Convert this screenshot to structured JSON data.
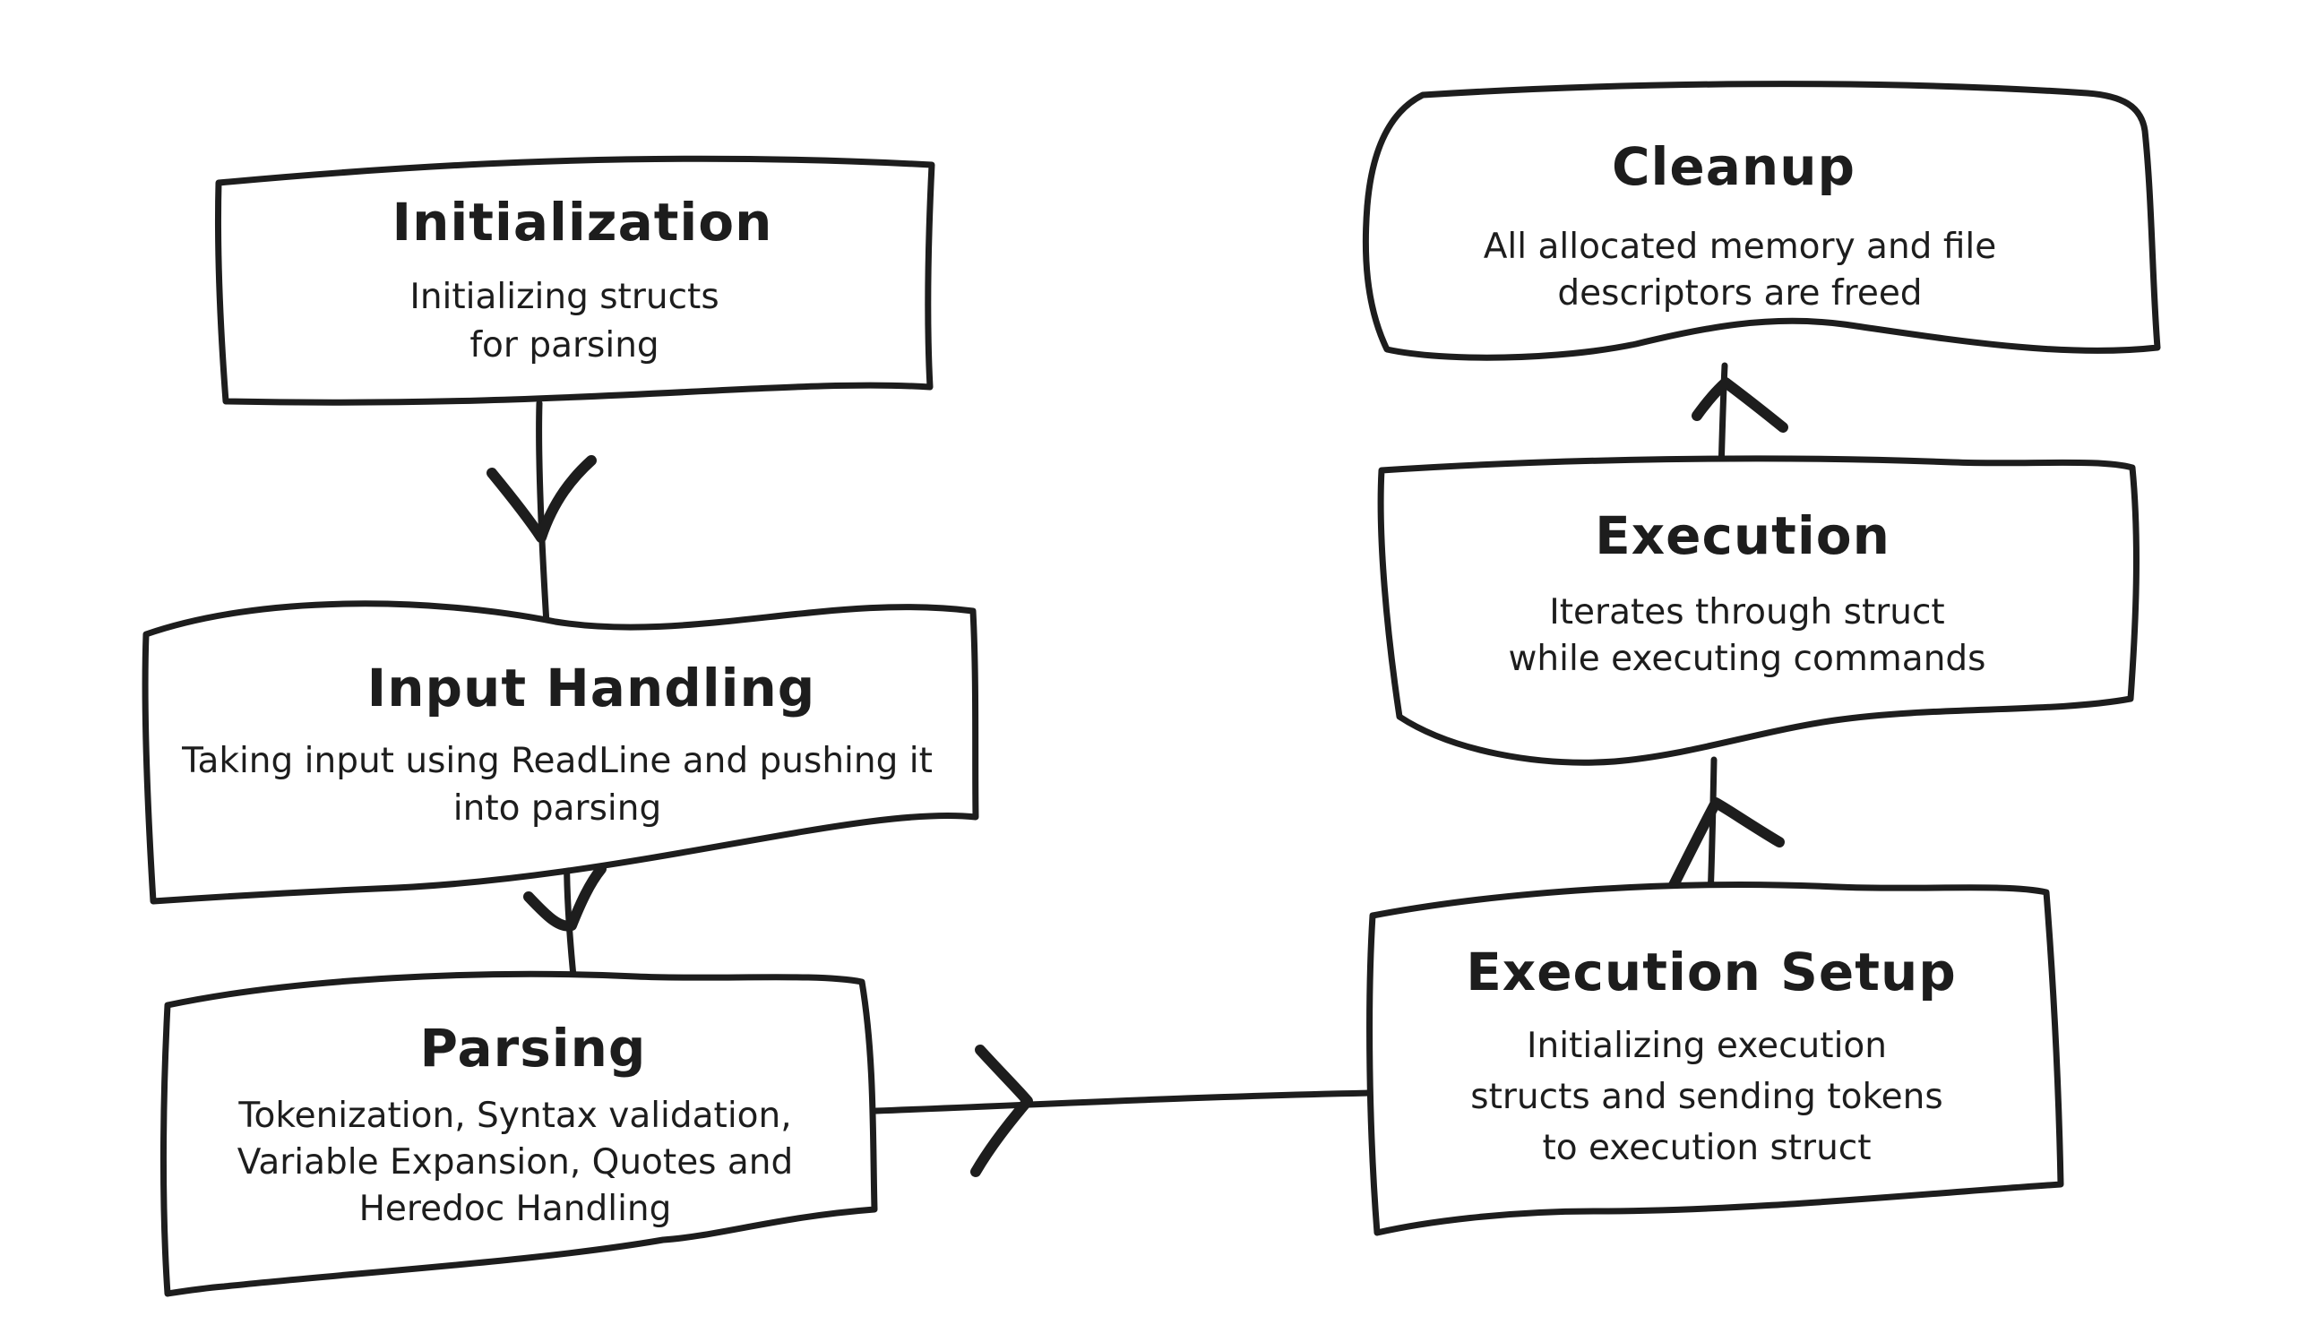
{
  "diagram": {
    "type": "flowchart",
    "style": "hand-drawn",
    "colors": {
      "ink": "#1d1d1d",
      "background": "#ffffff"
    },
    "nodes": [
      {
        "id": "initialization",
        "title": "Initialization",
        "description_lines": [
          "Initializing structs",
          "for parsing"
        ]
      },
      {
        "id": "input-handling",
        "title": "Input Handling",
        "description_lines": [
          "Taking input using ReadLine and pushing it",
          "into parsing"
        ]
      },
      {
        "id": "parsing",
        "title": "Parsing",
        "description_lines": [
          "Tokenization, Syntax validation,",
          "Variable Expansion, Quotes and",
          "Heredoc Handling"
        ]
      },
      {
        "id": "execution-setup",
        "title": "Execution Setup",
        "description_lines": [
          "Initializing execution",
          "structs and sending tokens",
          "to execution struct"
        ]
      },
      {
        "id": "execution",
        "title": "Execution",
        "description_lines": [
          "Iterates through struct",
          "while executing commands"
        ]
      },
      {
        "id": "cleanup",
        "title": "Cleanup",
        "description_lines": [
          "All allocated memory and file",
          "descriptors are freed"
        ]
      }
    ],
    "edges": [
      {
        "from": "initialization",
        "to": "input-handling",
        "direction": "down"
      },
      {
        "from": "input-handling",
        "to": "parsing",
        "direction": "down"
      },
      {
        "from": "parsing",
        "to": "execution-setup",
        "direction": "right"
      },
      {
        "from": "execution-setup",
        "to": "execution",
        "direction": "up"
      },
      {
        "from": "execution",
        "to": "cleanup",
        "direction": "up"
      }
    ]
  }
}
